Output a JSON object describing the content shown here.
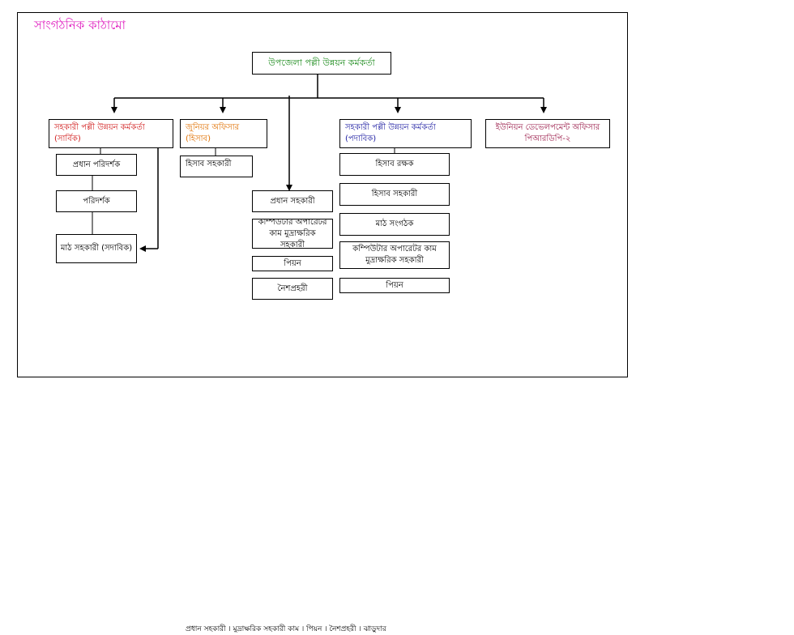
{
  "title": "সাংগঠনিক কাঠামো",
  "top": "উপজেলা পল্লী উন্নয়ন কর্মকর্তা",
  "branches": [
    {
      "label": "সহকারী পল্লী উন্নয়ন কর্মকর্তা (সার্বিক)",
      "color": "#d01818",
      "children": [
        "প্রধান পরিদর্শক",
        "পরিদর্শক",
        "মাঠ সহকারী (সদাবিক)"
      ]
    },
    {
      "label": "জুনিয়র অফিসার (হিসাব)",
      "color": "#e07000",
      "children": [
        "হিসাব সহকারী"
      ]
    },
    {
      "label": "",
      "color": "#000000",
      "children": [
        "প্রধান সহকারী",
        "কম্পিউটার অপারেটর কাম মুদ্রাক্ষরিক সহকারী",
        "পিয়ন",
        "নৈশপ্রহরী"
      ]
    },
    {
      "label": "সহকারী পল্লী উন্নয়ন কর্মকর্তা (পদাবিক)",
      "color": "#1a1aa0",
      "children": [
        "হিসাব রক্ষক",
        "হিসাব সহকারী",
        "মাঠ সংগঠক",
        "কম্পিউটার অপারেটর কাম মুদ্রাক্ষরিক সহকারী",
        "পিয়ন"
      ]
    },
    {
      "label": "ইউনিয়ন ডেভেলপমেন্ট অফিসার পিআরডিপি-২",
      "color": "#9a1a48",
      "children": []
    }
  ],
  "footer": "প্রধান সহকারী । মুদ্রাক্ষরিক সহকারী কাম । পিয়ন । নৈশপ্রহরী । ঝাড়ুদার"
}
